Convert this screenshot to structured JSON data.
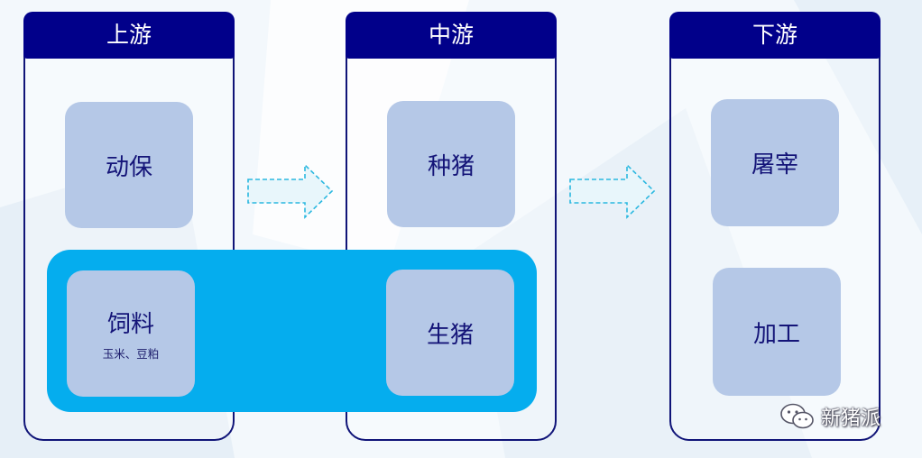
{
  "columns": [
    {
      "header": "上游",
      "nodes": [
        {
          "label": "动保"
        },
        {
          "label": "饲料",
          "sub": "玉米、豆粕"
        }
      ]
    },
    {
      "header": "中游",
      "nodes": [
        {
          "label": "种猪"
        },
        {
          "label": "生猪"
        }
      ]
    },
    {
      "header": "下游",
      "nodes": [
        {
          "label": "屠宰"
        },
        {
          "label": "加工"
        }
      ]
    }
  ],
  "watermark": {
    "text": "新猪派"
  },
  "colors": {
    "header": "#01008a",
    "border": "#101478",
    "node": "#b5c8e7",
    "band": "#05adee",
    "arrow": "#2bb8e0"
  },
  "icons": {
    "arrow": "dashed-right-arrow-icon",
    "watermark": "wechat-icon"
  }
}
